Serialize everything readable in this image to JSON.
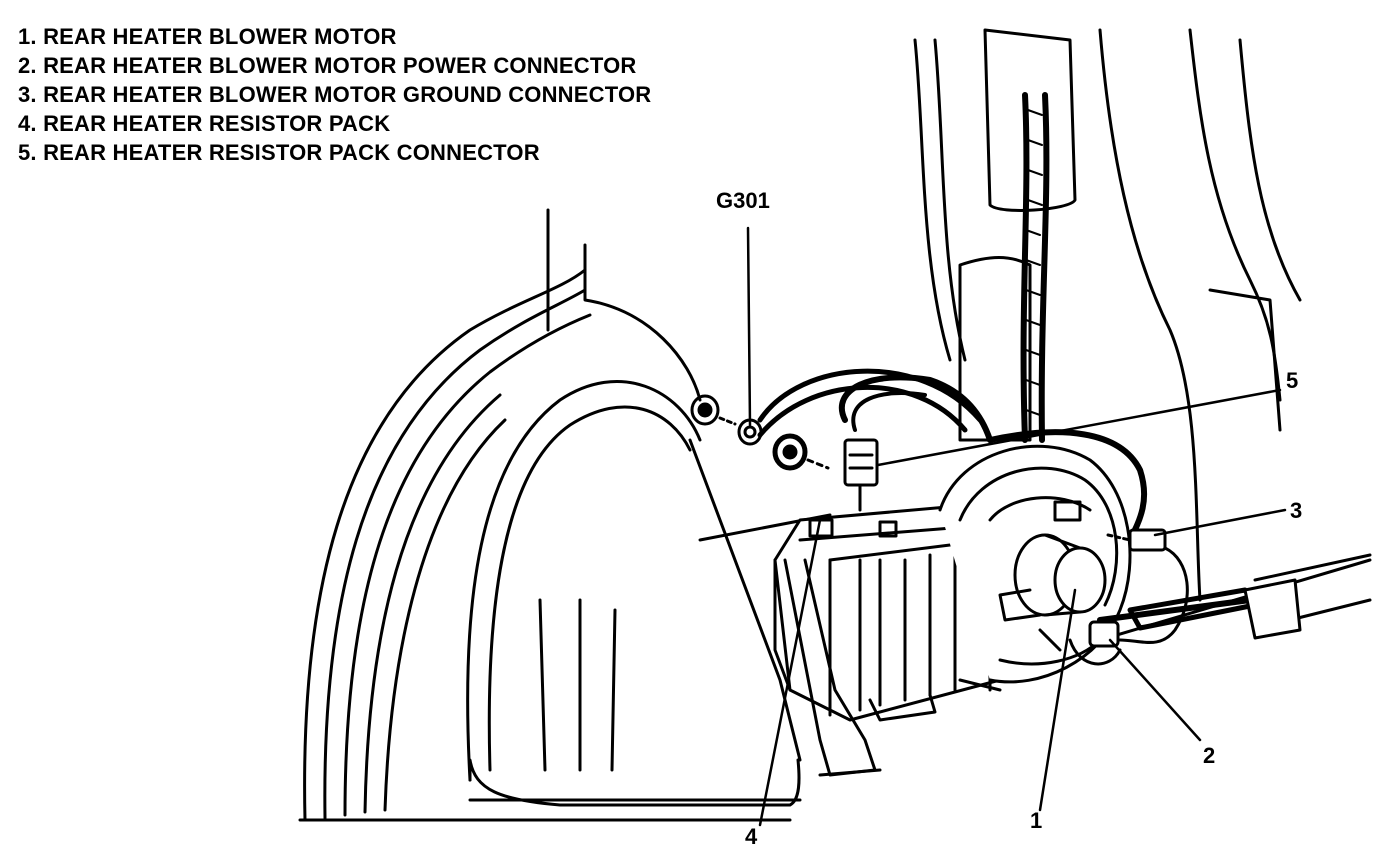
{
  "legend": [
    {
      "number": "1.",
      "text": "REAR HEATER BLOWER MOTOR"
    },
    {
      "number": "2.",
      "text": "REAR HEATER BLOWER MOTOR POWER CONNECTOR"
    },
    {
      "number": "3.",
      "text": "REAR HEATER BLOWER MOTOR GROUND CONNECTOR"
    },
    {
      "number": "4.",
      "text": "REAR HEATER RESISTOR PACK"
    },
    {
      "number": "5.",
      "text": "REAR HEATER RESISTOR PACK CONNECTOR"
    }
  ],
  "callouts": {
    "ground": "G301",
    "c1": "1",
    "c2": "2",
    "c3": "3",
    "c4": "4",
    "c5": "5"
  },
  "colors": {
    "line": "#000000",
    "background": "#ffffff"
  }
}
